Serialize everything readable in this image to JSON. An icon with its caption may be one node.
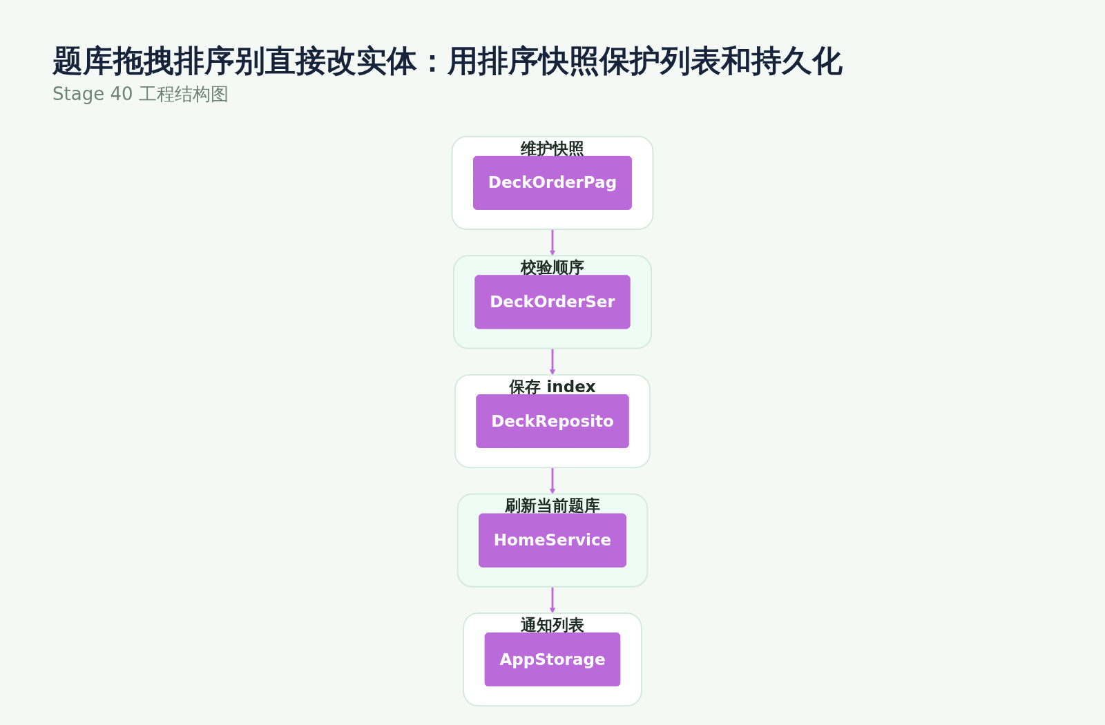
{
  "diagram": {
    "title": "题库拖拽排序别直接改实体：用排序快照保护列表和持久化",
    "nodes": [
      {
        "text": [
          "维护快照"
        ]
      },
      {
        "text": [
          "DeckOrderPag"
        ],
        "in": 0
      },
      {
        "text": [
          "校验顺序"
        ]
      },
      {
        "text": [
          "DeckOrderSer"
        ],
        "in": 2
      },
      {
        "text": [
          "保存 index"
        ]
      },
      {
        "text": [
          "DeckReposito"
        ],
        "in": 4
      },
      {
        "text": [
          "刷新当前题库"
        ]
      },
      {
        "text": [
          "HomeService"
        ],
        "in": 6
      },
      {
        "text": [
          "通知列表"
        ]
      },
      {
        "text": [
          "AppStorage"
        ],
        "in": 8
      }
    ],
    "edges": [
      {
        "from": 0,
        "to": 2,
        "arrow": "to"
      },
      {
        "from": 2,
        "to": 4,
        "arrow": "to"
      },
      {
        "from": 4,
        "to": 6,
        "arrow": "to"
      },
      {
        "from": 6,
        "to": 8,
        "arrow": "to"
      }
    ],
    "labels": [
      "Stage 40 工程结构图"
    ]
  }
}
